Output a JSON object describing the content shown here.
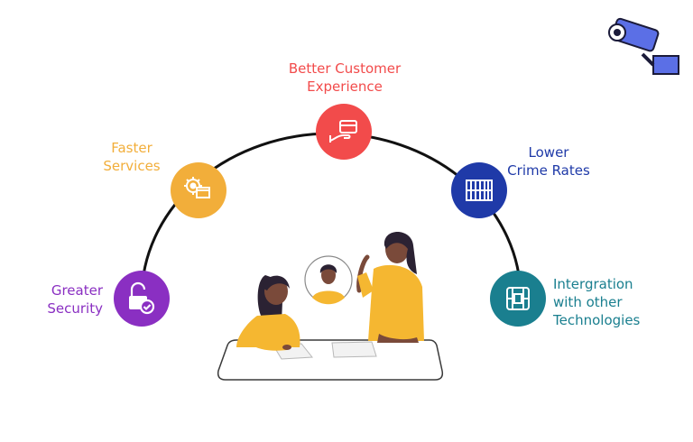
{
  "benefits": [
    {
      "id": "greater-security",
      "lines": [
        "Greater",
        "Security"
      ],
      "color": "#8a2fc2",
      "icon": "lock-check-icon"
    },
    {
      "id": "faster-services",
      "lines": [
        "Faster",
        "Services"
      ],
      "color": "#f2ae3a",
      "icon": "gear-window-icon"
    },
    {
      "id": "better-customer-experience",
      "lines": [
        "Better Customer",
        "Experience"
      ],
      "color": "#f24b4b",
      "icon": "card-hand-icon"
    },
    {
      "id": "lower-crime-rates",
      "lines": [
        "Lower",
        "Crime Rates"
      ],
      "color": "#1f3aa8",
      "icon": "jail-bars-icon"
    },
    {
      "id": "integration-technologies",
      "lines": [
        "Intergration",
        "with other",
        "Technologies"
      ],
      "color": "#1a7f8f",
      "icon": "integration-icon"
    }
  ],
  "colors": {
    "arc": "#111111",
    "skin": "#7a4a3a",
    "hair": "#2b2233",
    "shirt": "#f5b731",
    "camera": "#5b6fe6"
  }
}
